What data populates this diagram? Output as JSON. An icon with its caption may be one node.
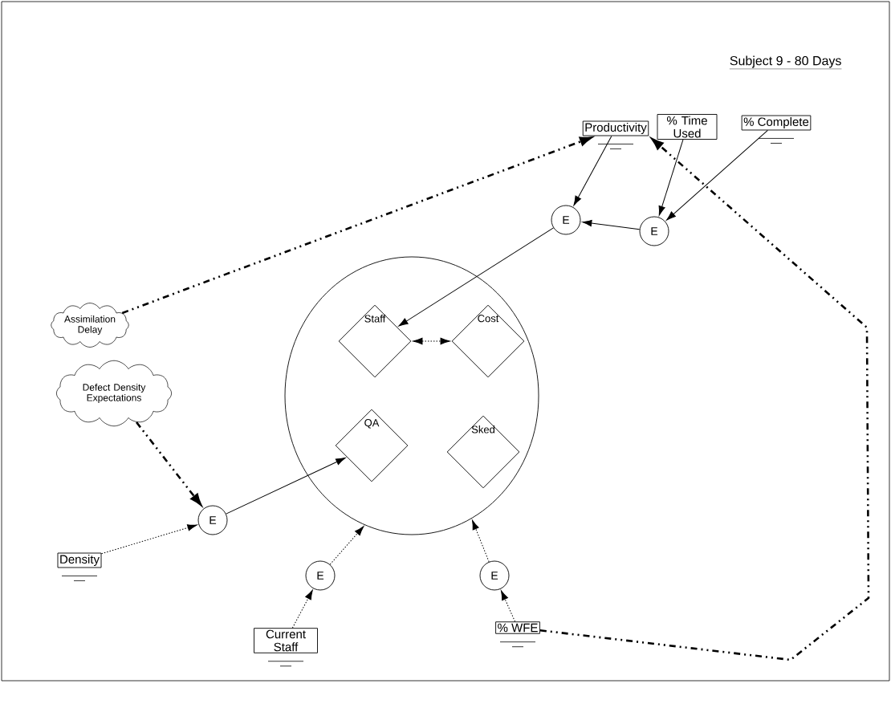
{
  "diagram": {
    "title": "Subject 9 - 80 Days",
    "nodes": [
      {
        "text": [
          "Productivity"
        ]
      },
      {
        "text": [
          "% Time Used"
        ]
      },
      {
        "text": [
          "% Complete"
        ]
      },
      {
        "text": [
          "E"
        ]
      },
      {
        "text": [
          "E"
        ]
      },
      {
        "text": [
          "Assimilation Delay"
        ]
      },
      {
        "text": [],
        "shape": "circle"
      },
      {
        "text": [
          "Staff"
        ],
        "in": 6
      },
      {
        "text": [
          "Cost"
        ],
        "in": 6
      },
      {
        "text": [
          "QA"
        ],
        "in": 6
      },
      {
        "text": [
          "Sked"
        ],
        "in": 6
      },
      {
        "text": [
          "Defect Density Expectations"
        ]
      },
      {
        "text": [
          "E"
        ]
      },
      {
        "text": [
          "Density"
        ]
      },
      {
        "text": [
          "E"
        ]
      },
      {
        "text": [
          "Current Staff"
        ]
      },
      {
        "text": [
          "E"
        ]
      },
      {
        "text": [
          "% WFE"
        ]
      }
    ],
    "edges": [
      {
        "from": 0,
        "to": 3,
        "arrow": "to"
      },
      {
        "from": 1,
        "to": 4,
        "arrow": "to"
      },
      {
        "from": 2,
        "to": 4,
        "arrow": "to"
      },
      {
        "from": 4,
        "to": 3,
        "arrow": "to"
      },
      {
        "from": 3,
        "to": 7,
        "arrow": "to"
      },
      {
        "from": 5,
        "to": 0,
        "arrow": "to",
        "style": "dashed"
      },
      {
        "from": 17,
        "to": 0,
        "arrow": "to",
        "style": "dashed"
      },
      {
        "from": 7,
        "to": 8,
        "arrow": "both",
        "style": "dashed"
      },
      {
        "from": 11,
        "to": 12,
        "arrow": "to",
        "style": "dashed"
      },
      {
        "from": 13,
        "to": 12,
        "arrow": "to",
        "style": "dashed"
      },
      {
        "from": 12,
        "to": 9,
        "arrow": "to"
      },
      {
        "from": 15,
        "to": 14,
        "arrow": "to",
        "style": "dashed"
      },
      {
        "from": 14,
        "to": 6,
        "arrow": "to",
        "style": "dashed"
      },
      {
        "from": 17,
        "to": 16,
        "arrow": "to",
        "style": "dashed"
      },
      {
        "from": 16,
        "to": 6,
        "arrow": "to",
        "style": "dashed"
      }
    ]
  }
}
